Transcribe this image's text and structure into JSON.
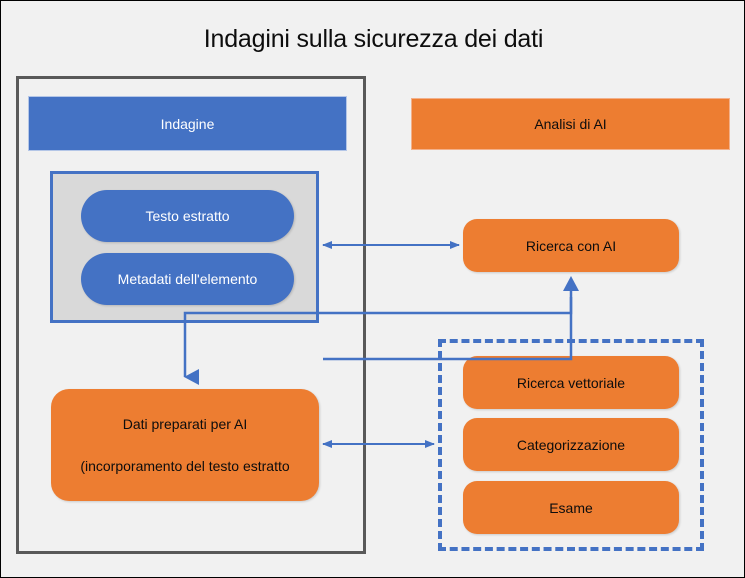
{
  "diagram": {
    "title": "Indagini sulla sicurezza dei dati",
    "colors": {
      "blue": "#4472C4",
      "orange": "#ED7D31",
      "gray_panel": "#D9D9D9",
      "frame_gray": "#595959",
      "background": "#F1F1F1",
      "text_dark": "#0D0D0D",
      "text_light": "#FFFFFF"
    },
    "nodes": {
      "indagine": "Indagine",
      "analisi_ai": "Analisi di AI",
      "testo_estratto": "Testo estratto",
      "metadati": "Metadati dell'elemento",
      "ricerca_con_ai": "Ricerca con AI",
      "dati_preparati_line1": "Dati preparati per AI",
      "dati_preparati_line2": "(incorporamento del testo estratto",
      "ricerca_vettoriale": "Ricerca vettoriale",
      "categorizzazione": "Categorizzazione",
      "esame": "Esame"
    }
  }
}
